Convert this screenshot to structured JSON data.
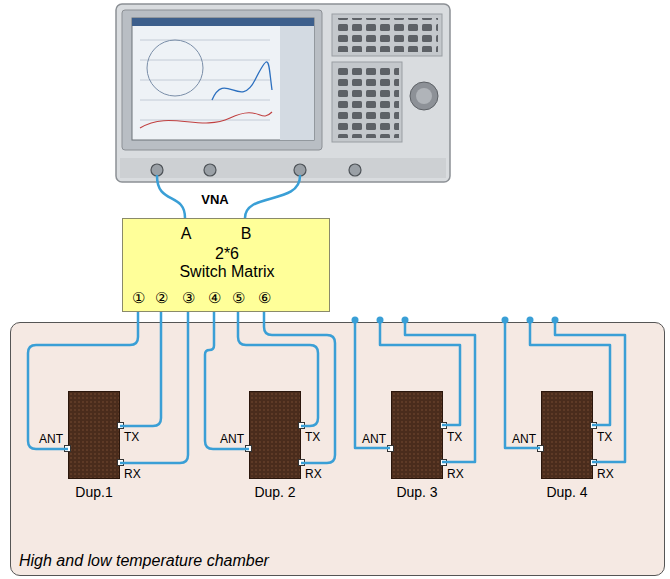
{
  "diagram": {
    "nodes": [
      {
        "text": [
          "A",
          "B",
          "2*6",
          "Switch Matrix",
          "①",
          "②",
          "③",
          "④",
          "⑤",
          "⑥"
        ]
      },
      {
        "text": [
          "High and low temperature chamber"
        ]
      },
      {
        "text": [
          "Dup.1",
          "ANT",
          "TX",
          "RX"
        ],
        "in": 1
      },
      {
        "text": [
          "Dup. 2",
          "ANT",
          "TX",
          "RX"
        ],
        "in": 1
      },
      {
        "text": [
          "Dup. 3",
          "ANT",
          "TX",
          "RX"
        ],
        "in": 1
      },
      {
        "text": [
          "Dup. 4",
          "ANT",
          "TX",
          "RX"
        ],
        "in": 1
      }
    ],
    "edges": [
      {
        "from": 0,
        "to": 2,
        "arrow": "none"
      },
      {
        "from": 0,
        "to": 2,
        "arrow": "none"
      },
      {
        "from": 0,
        "to": 2,
        "arrow": "none"
      },
      {
        "from": 0,
        "to": 3,
        "arrow": "none"
      },
      {
        "from": 0,
        "to": 3,
        "arrow": "none"
      },
      {
        "from": 0,
        "to": 3,
        "arrow": "none"
      }
    ],
    "labels": [
      "VNA"
    ]
  }
}
